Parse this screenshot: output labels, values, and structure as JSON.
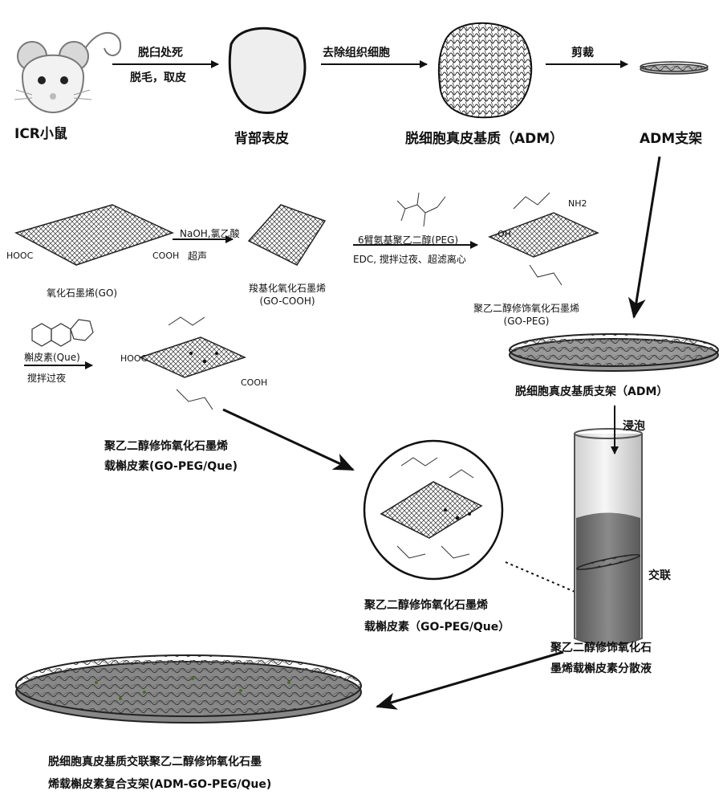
{
  "row1": {
    "mouse_label": "ICR小鼠",
    "arrow1_top": "脱臼处死",
    "arrow1_bottom": "脱毛，取皮",
    "skin_label": "背部表皮",
    "arrow2_top": "去除组织细胞",
    "adm_label": "脱细胞真皮基质（ADM）",
    "arrow3_top": "剪裁",
    "scaffold_label": "ADM支架"
  },
  "row2": {
    "go_label": "氧化石墨烯(GO)",
    "arrow_go_top": "NaOH,氯乙酸",
    "arrow_go_bottom": "超声",
    "gocooh_label1": "羧基化氧化石墨烯",
    "gocooh_label2": "(GO-COOH)",
    "arrow_peg_top": "6臂氨基聚乙二醇(PEG)",
    "arrow_peg_bottom": "EDC, 搅拌过夜、超滤离心",
    "gopeg_label1": "聚乙二醇修饰氧化石墨烯",
    "gopeg_label2": "(GO-PEG)"
  },
  "row3": {
    "arrow_que_top": "槲皮素(Que)",
    "arrow_que_bottom": "搅拌过夜",
    "gopegque_label1": "聚乙二醇修饰氧化石墨烯",
    "gopegque_label2": "载槲皮素(GO-PEG/Que)",
    "adm_scaffold_label": "脱细胞真皮基质支架（ADM）"
  },
  "row4": {
    "soak_label": "浸泡",
    "crosslink_label": "交联",
    "circle_label1": "聚乙二醇修饰氧化石墨烯",
    "circle_label2": "载槲皮素（GO-PEG/Que）",
    "tube_label1": "聚乙二醇修饰氧化石",
    "tube_label2": "墨烯载槲皮素分散液"
  },
  "row5": {
    "final_label1": "脱细胞真皮基质交联聚乙二醇修饰氧化石墨",
    "final_label2": "烯载槲皮素复合支架(ADM-GO-PEG/Que)"
  },
  "molecule_text": {
    "hooc": "HOOC",
    "cooh": "COOH",
    "oh": "OH",
    "nh2": "NH2"
  }
}
